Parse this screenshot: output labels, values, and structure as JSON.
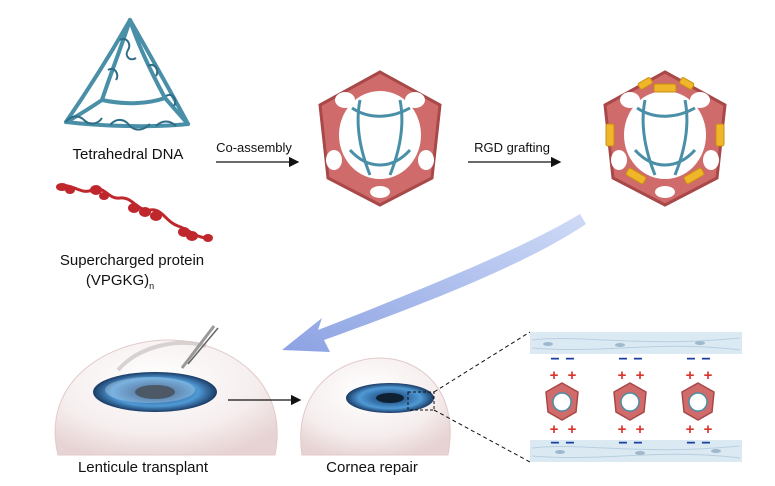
{
  "labels": {
    "tetra": "Tetrahedral DNA",
    "protein_line1": "Supercharged protein",
    "protein_line2_main": "(VPGKG)",
    "protein_line2_sub": "n",
    "co_assembly": "Co-assembly",
    "rgd": "RGD grafting",
    "lenticule": "Lenticule transplant",
    "cornea": "Cornea repair"
  },
  "charges": {
    "plus": "+",
    "minus": "−"
  },
  "colors": {
    "dna": "#4a8fa8",
    "dna_dark": "#2f6d86",
    "cage": "#cf6b6b",
    "cage_dark": "#a84848",
    "rgd": "#f0b62a",
    "protein": "#c0272d",
    "arrow_blue": "#8ea6e6",
    "iris": "#3d7fc0",
    "tissue": "#dbe9f3",
    "plus": "#d9342b",
    "minus": "#1a3fa0"
  }
}
